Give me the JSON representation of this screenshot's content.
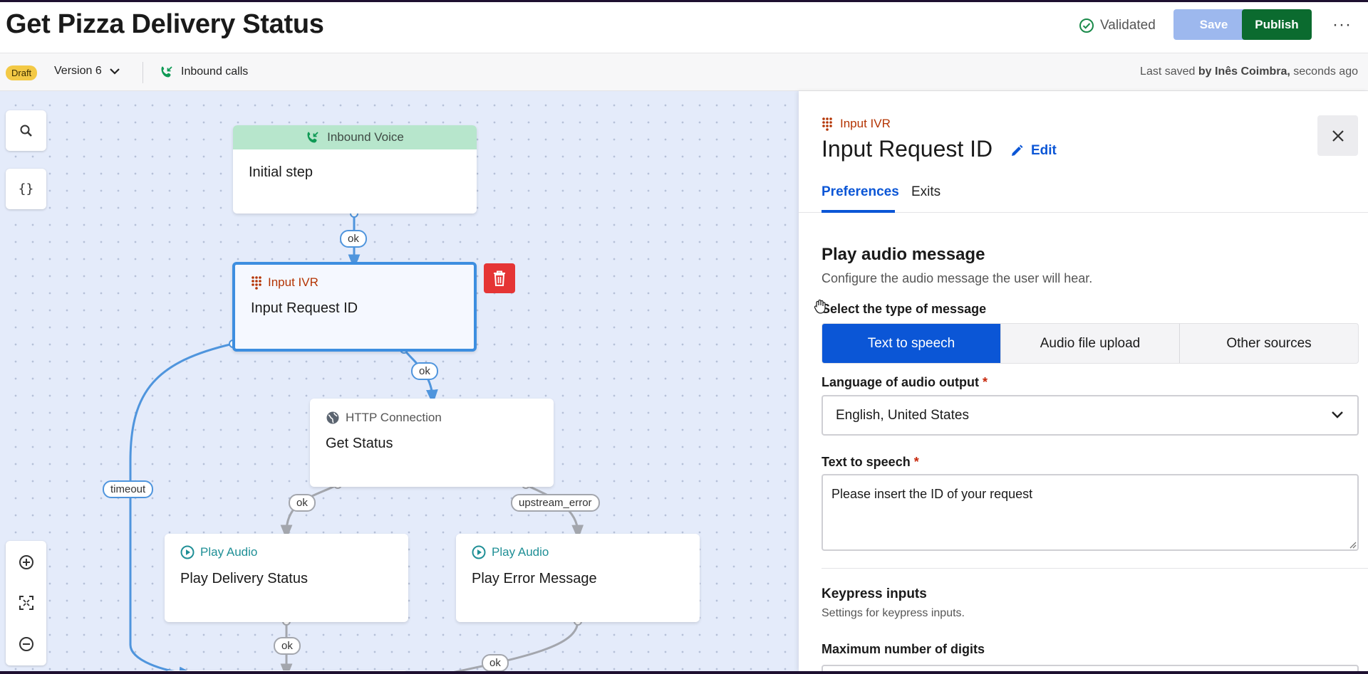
{
  "header": {
    "title": "Get Pizza Delivery Status",
    "status": "Validated",
    "save_label": "Save",
    "publish_label": "Publish",
    "more": "···"
  },
  "subheader": {
    "draft_badge": "Draft",
    "version": "Version 6",
    "flow_type": "Inbound calls",
    "last_saved_prefix": "Last saved",
    "last_saved_by": "by Inês Coimbra,",
    "last_saved_when": "seconds ago"
  },
  "canvas": {
    "nodes": {
      "start": {
        "category": "Inbound Voice",
        "name": "Initial step"
      },
      "ivr": {
        "category": "Input IVR",
        "name": "Input Request ID"
      },
      "http": {
        "category": "HTTP Connection",
        "name": "Get Status"
      },
      "play1": {
        "category": "Play Audio",
        "name": "Play Delivery Status"
      },
      "play2": {
        "category": "Play Audio",
        "name": "Play Error Message"
      }
    },
    "edges": {
      "start_ok": "ok",
      "ivr_ok": "ok",
      "ivr_timeout": "timeout",
      "http_ok": "ok",
      "http_error": "upstream_error",
      "play1_ok": "ok",
      "play2_ok": "ok"
    }
  },
  "panel": {
    "category": "Input IVR",
    "title": "Input Request ID",
    "edit_label": "Edit",
    "tabs": [
      "Preferences",
      "Exits"
    ],
    "section_title": "Play audio message",
    "section_desc": "Configure the audio message the user will hear.",
    "message_type_label": "Select the type of message",
    "message_types": [
      "Text to speech",
      "Audio file upload",
      "Other sources"
    ],
    "language_label": "Language of audio output",
    "language_value": "English, United States",
    "tts_label": "Text to speech",
    "tts_value": "Please insert the ID of your request",
    "required_mark": "*",
    "keypress_title": "Keypress inputs",
    "keypress_desc": "Settings for keypress inputs.",
    "max_digits_label": "Maximum number of digits"
  },
  "colors": {
    "primary": "#0b56d6",
    "publish": "#0b6b2f",
    "save_disabled": "#9db8ee",
    "ivr_accent": "#b43403",
    "play_accent": "#1f8f96",
    "edge_blue": "#4f95dd",
    "edge_grey": "#a3a6ad",
    "delete": "#e53535"
  }
}
